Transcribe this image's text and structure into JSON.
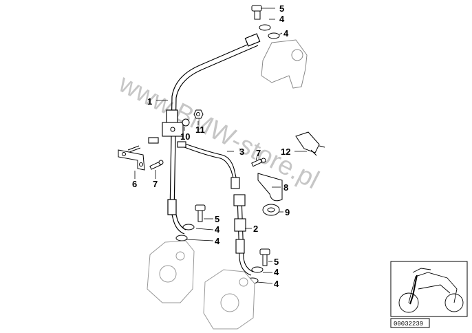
{
  "callouts": {
    "n5_top": "5",
    "n4_top_a": "4",
    "n4_top_b": "4",
    "n1": "1",
    "n10": "10",
    "n11": "11",
    "n12": "12",
    "n3": "3",
    "n7_right": "7",
    "n8": "8",
    "n9": "9",
    "n6": "6",
    "n7_left": "7",
    "n5_mid": "5",
    "n4_mid_a": "4",
    "n4_mid_b": "4",
    "n2": "2",
    "n5_bot": "5",
    "n4_bot_a": "4",
    "n4_bot_b": "4"
  },
  "watermark": "www.BMW-store.pl",
  "reference_number": "00032239",
  "colors": {
    "line": "#000000",
    "watermark": "#000000",
    "background": "#ffffff"
  }
}
